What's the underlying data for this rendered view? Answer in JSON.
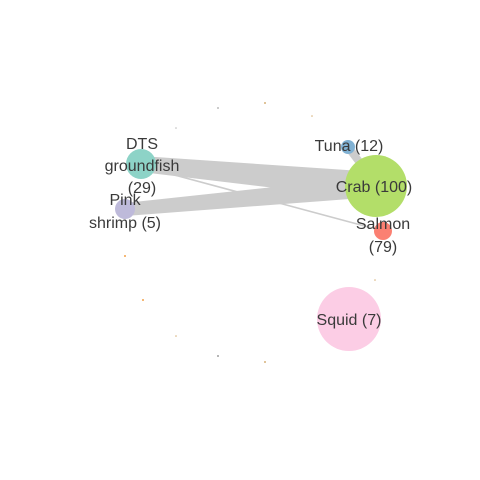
{
  "nodes": [
    {
      "id": "dts",
      "lines": [
        "DTS",
        "groundfish",
        "(29)"
      ],
      "color": "#8dd3c7"
    },
    {
      "id": "pink",
      "lines": [
        "Pink",
        "shrimp (5)"
      ],
      "color": "#bebada"
    },
    {
      "id": "tuna",
      "lines": [
        "Tuna (12)"
      ],
      "color": "#80b1d3"
    },
    {
      "id": "crab",
      "lines": [
        "Crab (100)"
      ],
      "color": "#b3de69"
    },
    {
      "id": "salmon",
      "lines": [
        "Salmon",
        "(79)"
      ],
      "color": "#fb8072"
    },
    {
      "id": "squid",
      "lines": [
        "Squid (7)"
      ],
      "color": "#fccde5"
    }
  ],
  "edges": [
    {
      "from": "dts",
      "to": "crab",
      "weight": "heavy"
    },
    {
      "from": "pink",
      "to": "crab",
      "weight": "heavy"
    },
    {
      "from": "tuna",
      "to": "crab",
      "weight": "heavy"
    },
    {
      "from": "dts",
      "to": "salmon",
      "weight": "light"
    }
  ],
  "edge_color": "#cccccc",
  "dot_colors": [
    "#d6b17a",
    "#f2a24a",
    "#9f9f9f"
  ]
}
